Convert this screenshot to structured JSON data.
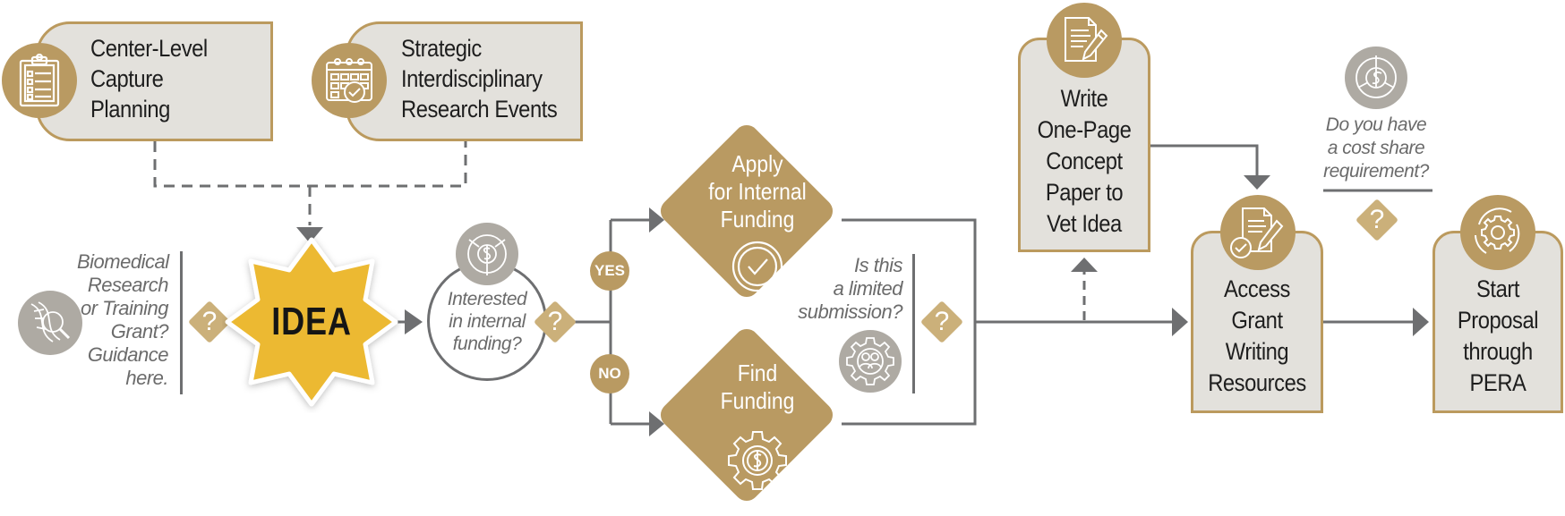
{
  "diagram": {
    "title": "Research Proposal Development Process",
    "colors": {
      "gold": "#b99a62",
      "gold_light": "#cbb07a",
      "box_fill": "#e3e1dc",
      "grey_icon": "#aeaaa3",
      "connector": "#6e6f71",
      "idea_star": "#ecb930",
      "text_dark": "#1e1e1e",
      "text_note": "#6b6b6b"
    },
    "nodes": {
      "center_level": {
        "label_lines": [
          "Center-Level",
          "Capture",
          "Planning"
        ],
        "icon": "clipboard-checklist-icon"
      },
      "strategic_events": {
        "label_lines": [
          "Strategic",
          "Interdisciplinary",
          "Research Events"
        ],
        "icon": "calendar-check-icon"
      },
      "idea": {
        "label": "IDEA"
      },
      "biomedical_note": {
        "lines": [
          "Biomedical",
          "Research",
          "or Training",
          "Grant?",
          "Guidance",
          "here."
        ],
        "icon": "dna-magnifier-icon"
      },
      "interested": {
        "lines": [
          "Interested",
          "in internal",
          "funding?"
        ],
        "icon": "dollar-cycle-icon"
      },
      "yes_badge": "YES",
      "no_badge": "NO",
      "apply_internal": {
        "lines": [
          "Apply",
          "for Internal",
          "Funding"
        ],
        "icon": "check-circle-icon"
      },
      "find_funding": {
        "lines": [
          "Find",
          "Funding"
        ],
        "icon": "dollar-gear-icon"
      },
      "limited_submission": {
        "lines": [
          "Is this",
          "a limited",
          "submission?"
        ],
        "icon": "people-gear-icon"
      },
      "concept_paper": {
        "lines": [
          "Write",
          "One-Page",
          "Concept",
          "Paper to",
          "Vet Idea"
        ],
        "icon": "document-pencil-icon"
      },
      "cost_share": {
        "lines": [
          "Do you have",
          "a cost share",
          "requirement?"
        ],
        "icon": "dollar-cycle-arrows-icon"
      },
      "grant_resources": {
        "lines": [
          "Access",
          "Grant",
          "Writing",
          "Resources"
        ],
        "icon": "document-pencil-check-icon"
      },
      "start_proposal": {
        "lines": [
          "Start",
          "Proposal",
          "through",
          "PERA"
        ],
        "icon": "gear-cycle-icon"
      }
    },
    "question_mark": "?"
  }
}
